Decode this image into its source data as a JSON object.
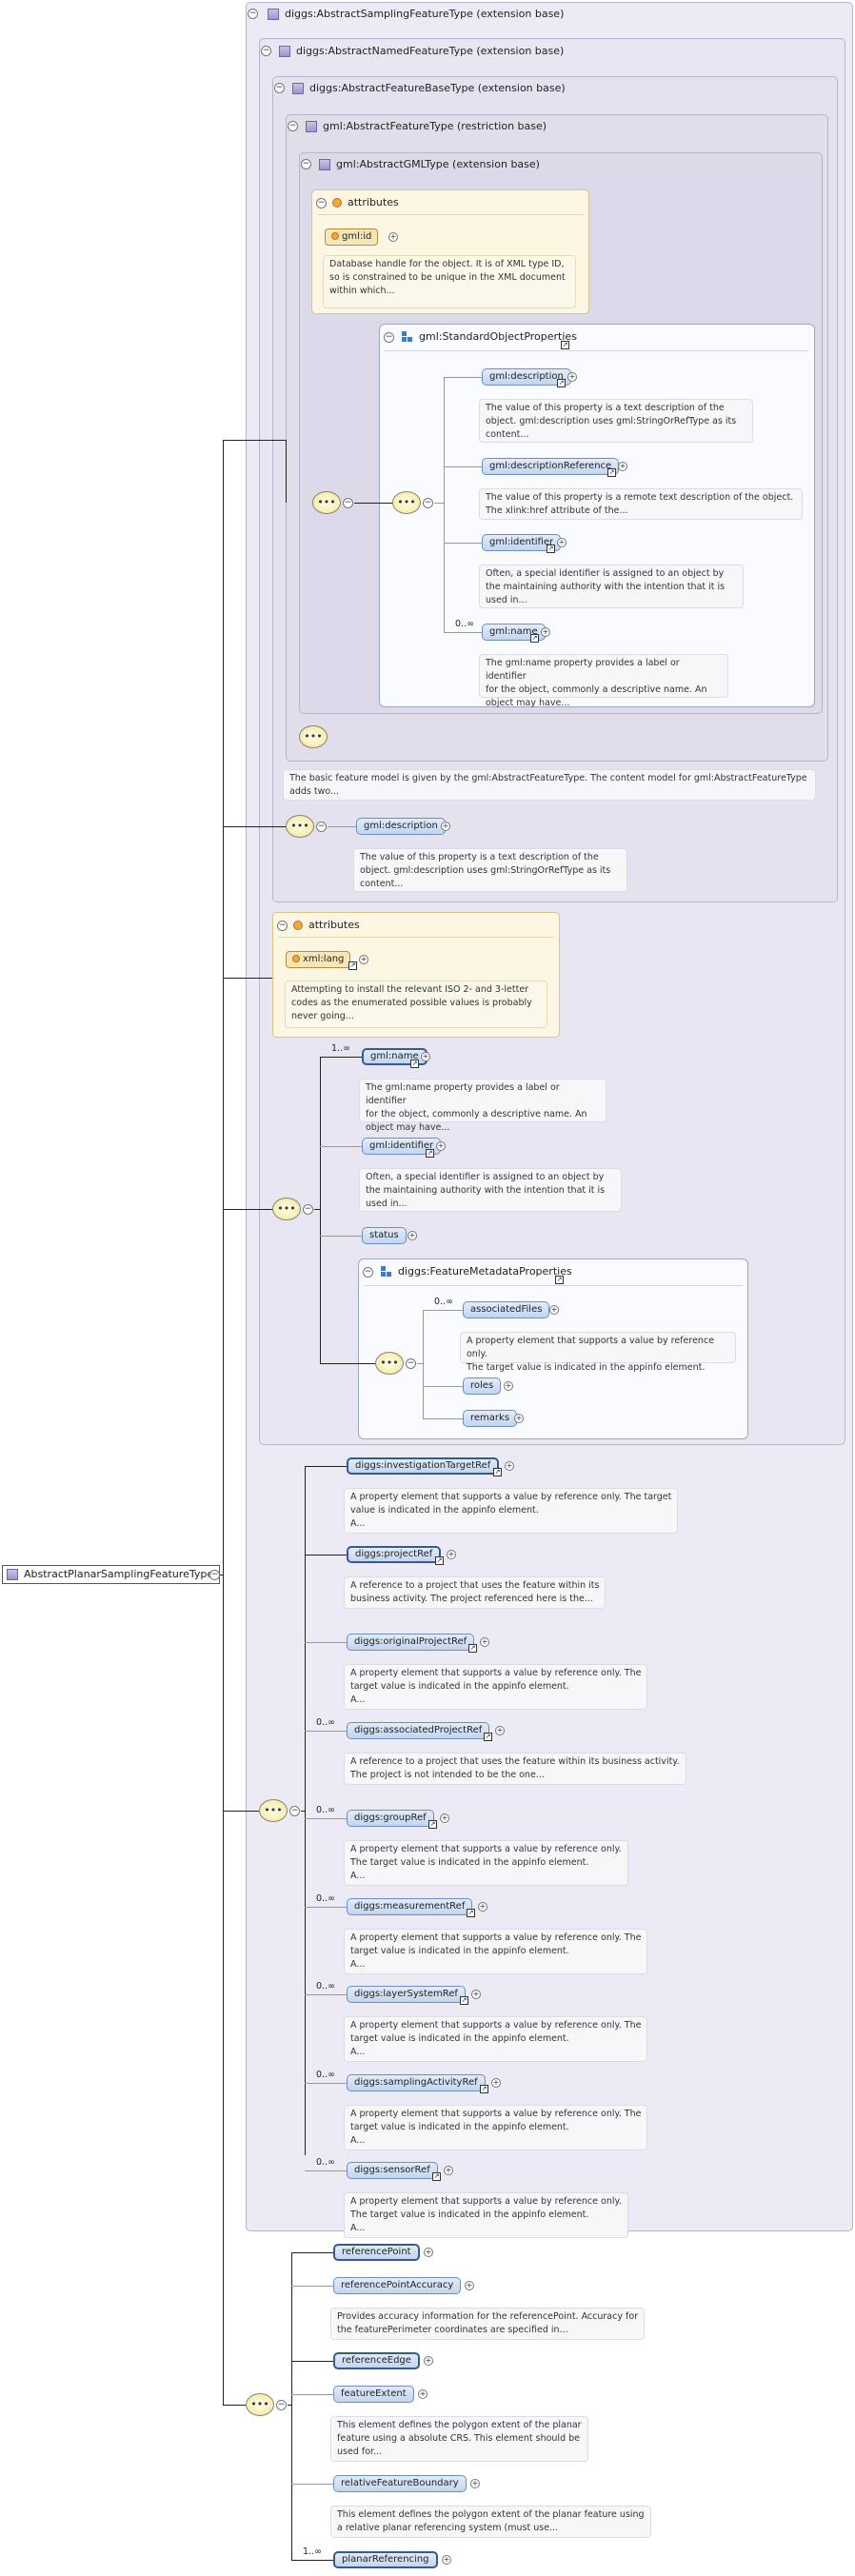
{
  "root": {
    "name": "AbstractPlanarSamplingFeatureType"
  },
  "bases": {
    "sampling_feature": "diggs:AbstractSamplingFeatureType (extension base)",
    "named_feature": "diggs:AbstractNamedFeatureType (extension base)",
    "feature_base": "diggs:AbstractFeatureBaseType (extension base)",
    "gml_feature": "gml:AbstractFeatureType (restriction base)",
    "gml_type": "gml:AbstractGMLType (extension base)"
  },
  "attributes_label": "attributes",
  "gml_id": {
    "name": "gml:id",
    "doc": [
      "Database handle for the object. It is of XML type ID,",
      "so is constrained to be unique in the XML document",
      "within which..."
    ]
  },
  "standard_props": {
    "title": "gml:StandardObjectProperties",
    "items": [
      {
        "name": "gml:description",
        "mult": "",
        "doc": [
          "The value of this property is a text description of the",
          "object. gml:description uses gml:StringOrRefType as its",
          "content..."
        ]
      },
      {
        "name": "gml:descriptionReference",
        "mult": "",
        "doc": [
          "The value of this property is a remote text description of the object.",
          "The xlink:href attribute of the..."
        ]
      },
      {
        "name": "gml:identifier",
        "mult": "",
        "doc": [
          "Often, a special identifier is assigned to an object by",
          "the maintaining authority with the intention that it is",
          "used in..."
        ]
      },
      {
        "name": "gml:name",
        "mult": "0..∞",
        "doc": [
          "The gml:name property provides a label or identifier",
          "for the object, commonly a descriptive name. An",
          "object may have..."
        ]
      }
    ]
  },
  "feature_doc": [
    "The basic feature model is given by the gml:AbstractFeatureType. The content model for gml:AbstractFeatureType",
    "adds two..."
  ],
  "description_element": {
    "name": "gml:description",
    "doc": [
      "The value of this property is a text description of the",
      "object. gml:description uses gml:StringOrRefType as its",
      "content..."
    ]
  },
  "xml_lang": {
    "name": "xml:lang",
    "doc": [
      "Attempting to install the relevant ISO 2- and 3-letter",
      "codes as the enumerated possible values is probably",
      "never going..."
    ]
  },
  "named_elements": [
    {
      "name": "gml:name",
      "mult": "1..∞",
      "doc": [
        "The gml:name property provides a label or identifier",
        "for the object, commonly a descriptive name. An",
        "object may have..."
      ]
    },
    {
      "name": "gml:identifier",
      "mult": "",
      "doc": [
        "Often, a special identifier is assigned to an object by",
        "the maintaining authority with the intention that it is",
        "used in..."
      ]
    },
    {
      "name": "status",
      "mult": "",
      "doc": []
    }
  ],
  "feature_metadata": {
    "title": "diggs:FeatureMetadataProperties",
    "items": [
      {
        "name": "associatedFiles",
        "mult": "0..∞",
        "doc": [
          "A property element that supports a value by reference only.",
          "The target value is indicated in the appinfo element."
        ]
      },
      {
        "name": "roles",
        "mult": "",
        "doc": []
      },
      {
        "name": "remarks",
        "mult": "",
        "doc": []
      }
    ]
  },
  "sampling_elements": [
    {
      "name": "diggs:investigationTargetRef",
      "mult": "",
      "doc": [
        "A property element that supports a value by reference only. The target",
        "value is indicated in the appinfo element.",
        "A..."
      ]
    },
    {
      "name": "diggs:projectRef",
      "mult": "",
      "doc": [
        "A reference to a project that uses the feature within its",
        "business activity. The project referenced here is the..."
      ]
    },
    {
      "name": "diggs:originalProjectRef",
      "mult": "",
      "doc": [
        "A property element that supports a value by reference only. The",
        "target value is indicated in the appinfo element.",
        "A..."
      ]
    },
    {
      "name": "diggs:associatedProjectRef",
      "mult": "0..∞",
      "doc": [
        "A reference to a project that uses the feature within its business activity.",
        "The project is not intended to be the one..."
      ]
    },
    {
      "name": "diggs:groupRef",
      "mult": "0..∞",
      "doc": [
        "A property element that supports a value by reference only.",
        "The target value is indicated in the appinfo element.",
        "A..."
      ]
    },
    {
      "name": "diggs:measurementRef",
      "mult": "0..∞",
      "doc": [
        "A property element that supports a value by reference only. The",
        "target value is indicated in the appinfo element.",
        "A..."
      ]
    },
    {
      "name": "diggs:layerSystemRef",
      "mult": "0..∞",
      "doc": [
        "A property element that supports a value by reference only. The",
        "target value is indicated in the appinfo element.",
        "A..."
      ]
    },
    {
      "name": "diggs:samplingActivityRef",
      "mult": "0..∞",
      "doc": [
        "A property element that supports a value by reference only. The",
        "target value is indicated in the appinfo element.",
        "A..."
      ]
    },
    {
      "name": "diggs:sensorRef",
      "mult": "0..∞",
      "doc": [
        "A property element that supports a value by reference only.",
        "The target value is indicated in the appinfo element.",
        "A..."
      ]
    }
  ],
  "planar_elements": [
    {
      "name": "referencePoint",
      "mult": "",
      "doc": []
    },
    {
      "name": "referencePointAccuracy",
      "mult": "",
      "doc": [
        "Provides accuracy information for the referencePoint. Accuracy for",
        "the featurePerimeter coordinates are specified in..."
      ]
    },
    {
      "name": "referenceEdge",
      "mult": "",
      "doc": []
    },
    {
      "name": "featureExtent",
      "mult": "",
      "doc": [
        "This element defines the polygon extent of the planar",
        "feature using a absolute CRS. This element should be",
        "used for..."
      ]
    },
    {
      "name": "relativeFeatureBoundary",
      "mult": "",
      "doc": [
        "This element defines the polygon extent of the planar feature using",
        "a relative planar referencing system (must use..."
      ]
    },
    {
      "name": "planarReferencing",
      "mult": "1..∞",
      "doc": []
    }
  ],
  "symbols": {
    "collapse": "−",
    "expand": "+",
    "link": "↗",
    "sequence": "•••"
  }
}
